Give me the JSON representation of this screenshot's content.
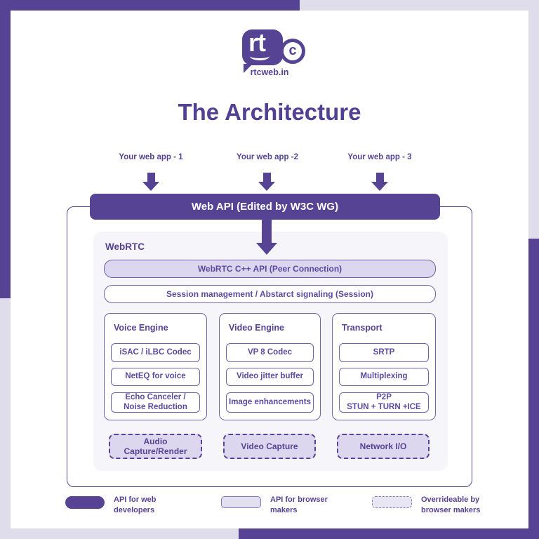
{
  "colors": {
    "accent_dark_purple": "#564394",
    "frame_lavender": "#dfdcec",
    "light_fill": "#dcd7ee",
    "box_border": "#6f61ad",
    "text_purple": "#5b4aa0",
    "panel_bg": "#f6f5fa"
  },
  "logo": {
    "bubble_text": "rt",
    "circle_text": "c",
    "site": "rtcweb.in"
  },
  "title": "The Architecture",
  "app_labels": [
    "Your web app - 1",
    "Your web app -2",
    "Your web app - 3"
  ],
  "banner": {
    "label": "Web API (Edited by W3C WG)"
  },
  "webrtc": {
    "label": "WebRTC",
    "cpp_api": "WebRTC C++ API (Peer Connection)",
    "session": "Session management / Abstarct signaling (Session)",
    "columns": [
      {
        "title": "Voice Engine",
        "items": [
          "iSAC / iLBC Codec",
          "NetEQ for voice",
          "Echo Canceler /\nNoise Reduction"
        ]
      },
      {
        "title": "Video Engine",
        "items": [
          "VP 8 Codec",
          "Video jitter buffer",
          "Image enhancements"
        ]
      },
      {
        "title": "Transport",
        "items": [
          "SRTP",
          "Multiplexing",
          "P2P\nSTUN + TURN +ICE"
        ]
      }
    ],
    "capture_boxes": [
      "Audio\nCapture/Render",
      "Video Capture",
      "Network I/O"
    ]
  },
  "legend": [
    {
      "label": "API for web\ndevelopers"
    },
    {
      "label": "API for browser\nmakers"
    },
    {
      "label": "Overrideable by\nbrowser makers"
    }
  ]
}
